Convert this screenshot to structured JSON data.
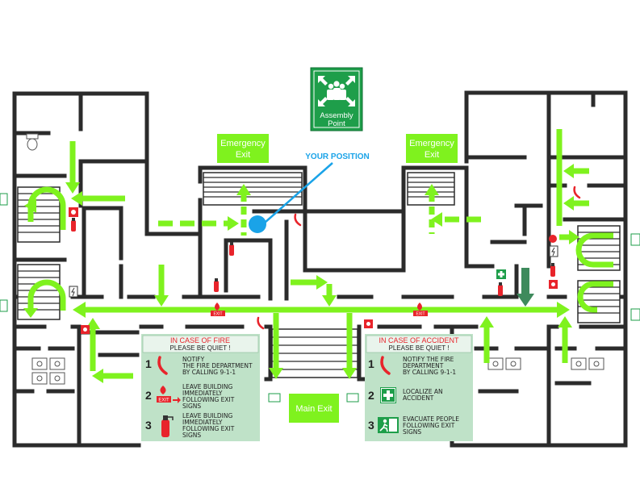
{
  "assembly_point": {
    "label_line1": "Assembly",
    "label_line2": "Point"
  },
  "emergency_exits": [
    {
      "line1": "Emergency",
      "line2": "Exit"
    },
    {
      "line1": "Emergency",
      "line2": "Exit"
    }
  ],
  "your_position": {
    "label": "YOUR POSITION"
  },
  "main_exit": {
    "label": "Main Exit"
  },
  "fire_panel": {
    "title": "IN CASE OF FIRE",
    "subtitle": "PLEASE BE QUIET !",
    "steps": [
      {
        "num": "1",
        "lines": [
          "NOTIFY",
          "THE FIRE DEPARTMENT",
          "BY CALLING  9-1-1"
        ]
      },
      {
        "num": "2",
        "lines": [
          "LEAVE BUILDING",
          "IMMEDIATELY",
          "FOLLOWING EXIT",
          "SIGNS"
        ]
      },
      {
        "num": "3",
        "lines": [
          "LEAVE BUILDING",
          "IMMEDIATELY",
          "FOLLOWING EXIT",
          "SIGNS"
        ]
      }
    ]
  },
  "accident_panel": {
    "title": "IN CASE OF ACCIDENT",
    "subtitle": "PLEASE BE QUIET !",
    "steps": [
      {
        "num": "1",
        "lines": [
          "NOTIFY THE FIRE",
          "DEPARTMENT",
          "BY CALLING  9-1-1"
        ]
      },
      {
        "num": "2",
        "lines": [
          "LOCALIZE AN",
          "ACCIDENT"
        ]
      },
      {
        "num": "3",
        "lines": [
          "EVACUATE PEOPLE",
          "FOLLOWING EXIT",
          "SIGNS"
        ]
      }
    ]
  },
  "exit_sign_text": "EXIT",
  "colors": {
    "route_green": "#7ff21e",
    "sign_green": "#1e9e4a",
    "panel_bg": "#bfe2c8",
    "panel_head_bg": "#e9f4ec",
    "fire_red": "#e8242b",
    "position_blue": "#1aa3e8",
    "wall": "#2b2b2b"
  }
}
